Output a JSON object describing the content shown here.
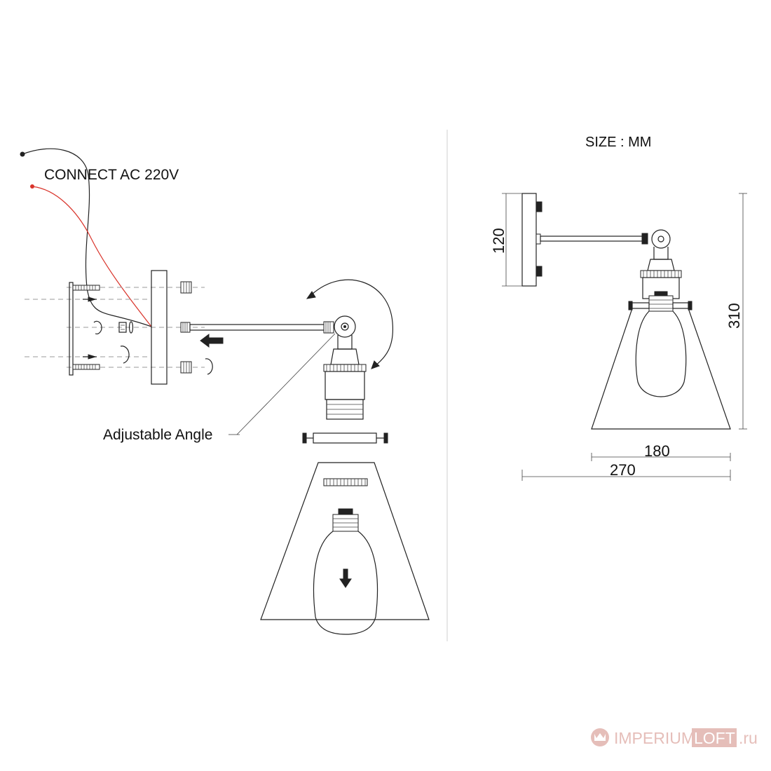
{
  "labels": {
    "connect": "CONNECT AC 220V",
    "adjustable": "Adjustable Angle",
    "size": "SIZE : MM"
  },
  "dimensions": {
    "backplate_height": "120",
    "total_height": "310",
    "shade_width": "180",
    "total_depth": "270"
  },
  "watermark": {
    "brand_left": "IMPERIUM",
    "brand_right": "LOFT",
    "tld": ".ru"
  },
  "colors": {
    "line": "#222222",
    "live_wire": "#d9342b",
    "watermark": "#e3b7b2"
  }
}
